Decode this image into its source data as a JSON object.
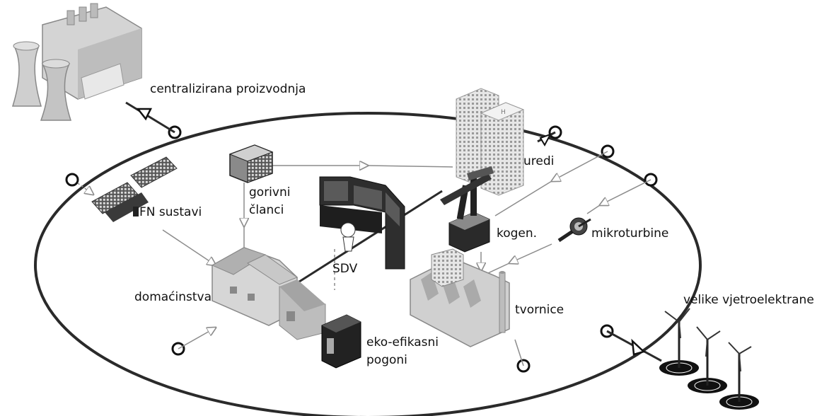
{
  "labels": {
    "central": "centralizirana proizvodnja",
    "uredi": "uredi",
    "gorivni": "gorivni",
    "clanci": "članci",
    "fn": "FN sustavi",
    "kogen": "kogen.",
    "mikroturbine": "mikroturbine",
    "sdv": "SDV",
    "domacinstva": "domaćinstva",
    "tvornice": "tvornice",
    "vjetro": "velike vjetroelektrane",
    "eko1": "eko-efikasni",
    "eko2": "pogoni"
  },
  "colors": {
    "ring": "#2a2a2a",
    "building_light": "#d9d9d9",
    "building_mid": "#a8a8a8",
    "building_dark": "#3a3a3a",
    "flow_line": "#8c8c8c"
  },
  "icons": [
    "power-plant-icon",
    "solar-panel-icon",
    "fuel-cell-icon",
    "office-tower-icon",
    "control-room-icon",
    "cogeneration-icon",
    "microturbine-icon",
    "house-icon",
    "factory-icon",
    "drive-cabinet-icon",
    "wind-turbine-icon"
  ]
}
